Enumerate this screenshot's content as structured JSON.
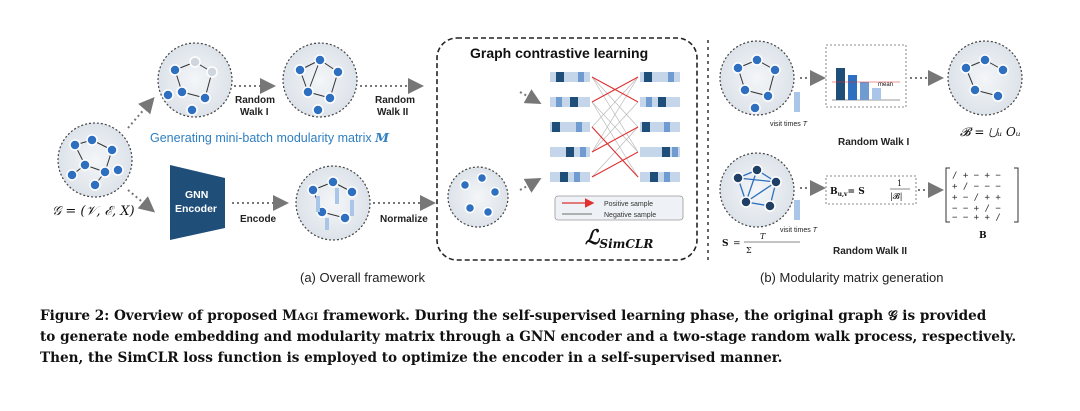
{
  "figure": {
    "graph_notation": "𝒢 = (𝒱, ℰ, X)",
    "encoder_label_line1": "GNN",
    "encoder_label_line2": "Encoder",
    "encode_label": "Encode",
    "normalize_label": "Normalize",
    "random_walk_1_line1": "Random",
    "random_walk_1_line2": "Walk I",
    "random_walk_2_line1": "Random",
    "random_walk_2_line2": "Walk II",
    "generating_label": "Generating mini-batch modularity matrix",
    "generating_symbol": "M",
    "matrix_B_label": "B",
    "contrastive_title": "Graph contrastive learning",
    "legend_positive": "Positive sample",
    "legend_negative": "Negative sample",
    "loss_label": "ℒ",
    "loss_subscript": "SimCLR",
    "panel_a_label": "(a) Overall framework",
    "panel_b_label": "(b) Modularity matrix generation",
    "visit_times_label": "visit times",
    "visit_times_symbol": "T",
    "mean_label": "mean",
    "rw1_panel_label": "Random Walk I",
    "rw2_panel_label": "Random Walk II",
    "B_union_formula": "𝓑 = ⋃ᵤ Oᵤ",
    "B_uv_formula_left": "B",
    "B_uv_formula_sub": "u,v",
    "B_uv_formula_mid": "= S",
    "B_uv_formula_frac_top": "1",
    "B_uv_formula_frac_bottom": "|𝓑|",
    "S_uv_label": "S",
    "S_uv_num": "T",
    "S_uv_den": "Σ",
    "matrix_symbols": "+ − / +",
    "colors": {
      "node_blue": "#2e6fbf",
      "node_dark": "#1f3f66",
      "encoder": "#1f4e79",
      "accent_blue": "#2f7fc1",
      "positive_red": "#e03030",
      "bar_dark": "#1f4e79"
    }
  },
  "caption": {
    "prefix": "Figure 2: Overview of proposed ",
    "method": "Magi",
    "line1_rest": " framework. During the self-supervised learning phase, the original graph 𝒢 is provided",
    "line2": "to generate node embedding and modularity matrix through a GNN encoder and a two-stage random walk process, respectively.",
    "line3": "Then, the SimCLR loss function is employed to optimize the encoder in a self-supervised manner."
  }
}
